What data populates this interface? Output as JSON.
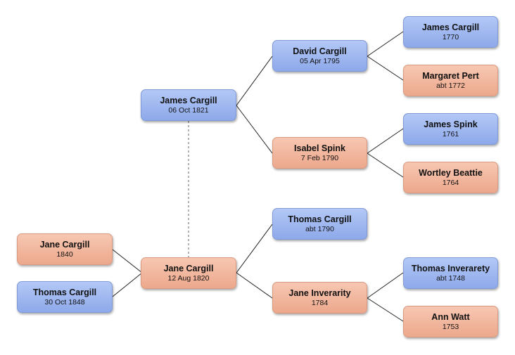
{
  "people": {
    "child_1": {
      "name": "Jane Cargill",
      "date": "1840",
      "sex": "female"
    },
    "child_2": {
      "name": "Thomas Cargill",
      "date": "30 Oct 1848",
      "sex": "male"
    },
    "spouse": {
      "name": "James Cargill",
      "date": "06 Oct 1821",
      "sex": "male"
    },
    "subject": {
      "name": "Jane Cargill",
      "date": "12 Aug 1820",
      "sex": "female"
    },
    "spouse_father": {
      "name": "David Cargill",
      "date": "05 Apr 1795",
      "sex": "male"
    },
    "spouse_mother": {
      "name": "Isabel Spink",
      "date": "7 Feb 1790",
      "sex": "female"
    },
    "subject_father": {
      "name": "Thomas Cargill",
      "date": "abt 1790",
      "sex": "male"
    },
    "subject_mother": {
      "name": "Jane Inverarity",
      "date": "1784",
      "sex": "female"
    },
    "spouse_ff": {
      "name": "James Cargill",
      "date": "1770",
      "sex": "male"
    },
    "spouse_fm": {
      "name": "Margaret Pert",
      "date": "abt 1772",
      "sex": "female"
    },
    "spouse_mf": {
      "name": "James Spink",
      "date": "1761",
      "sex": "male"
    },
    "spouse_mm": {
      "name": "Wortley Beattie",
      "date": "1764",
      "sex": "female"
    },
    "subject_mf": {
      "name": "Thomas Inverarety",
      "date": "abt 1748",
      "sex": "male"
    },
    "subject_mm": {
      "name": "Ann Watt",
      "date": "1753",
      "sex": "female"
    }
  },
  "colors": {
    "male": "#9bb4ee",
    "female": "#f0b59c",
    "line": "#222222",
    "marriage_line": "#666666"
  }
}
